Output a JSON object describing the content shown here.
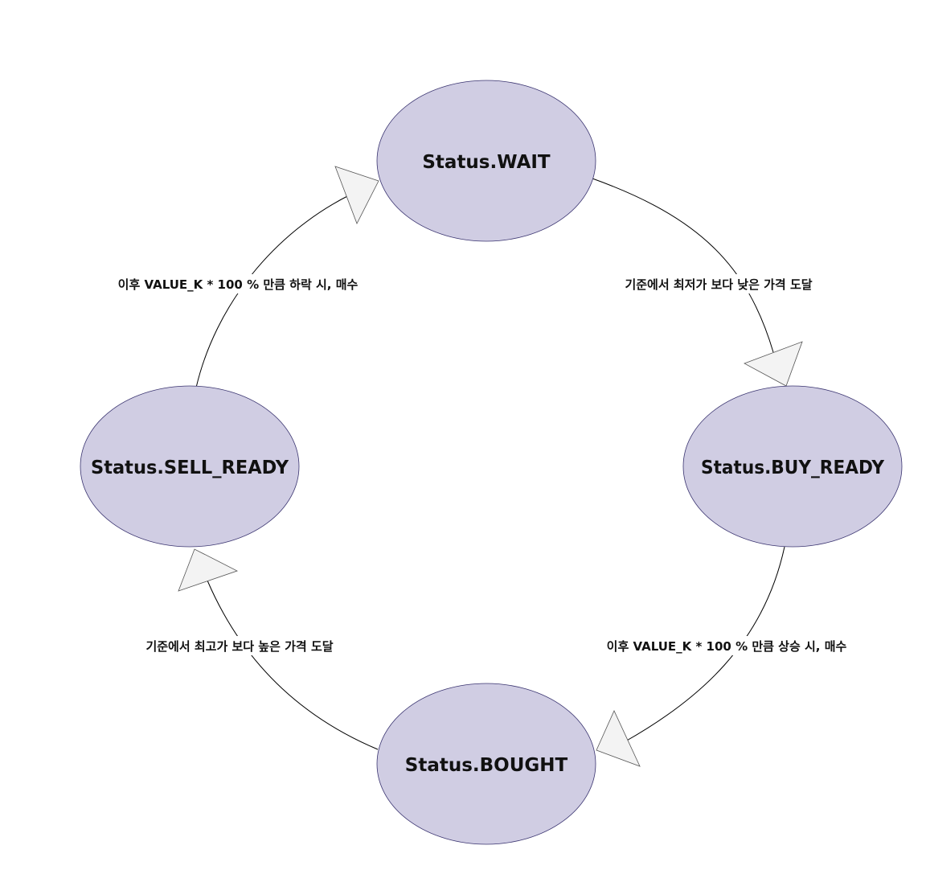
{
  "states": {
    "wait": "Status.WAIT",
    "buy_ready": "Status.BUY_READY",
    "bought": "Status.BOUGHT",
    "sell_ready": "Status.SELL_READY"
  },
  "transitions": {
    "wait_to_buy_ready": "기준에서 최저가 보다 낮은 가격 도달",
    "buy_ready_to_bought": "이후 VALUE_K * 100 % 만큼 상승 시, 매수",
    "bought_to_sell_ready": "기준에서 최고가 보다 높은 가격 도달",
    "sell_ready_to_wait": "이후 VALUE_K * 100 % 만큼 하락 시, 매수"
  },
  "colors": {
    "state_fill": "#d0cde3",
    "state_stroke": "#3a3470",
    "arrow_fill": "#f3f3f3"
  }
}
